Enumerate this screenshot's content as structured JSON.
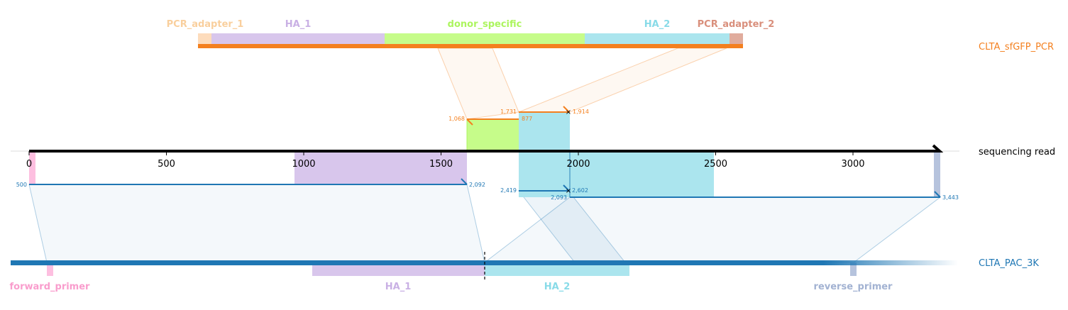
{
  "colors": {
    "pcr": "#f4801f",
    "pac": "#1f77b4",
    "read": "#000000",
    "pcr_adapter_1": "#fddcbc",
    "pcr_adapter_1_label": "#f9cf9d",
    "ha_1": "#d8c6ec",
    "ha_1_label": "#c9b0e4",
    "donor_specific": "#c6fc8a",
    "donor_specific_label": "#acf55e",
    "ha_2": "#abe5ee",
    "ha_2_label": "#88dbe8",
    "pcr_adapter_2": "#e0ac9d",
    "pcr_adapter_2_label": "#d98f7c",
    "forward_primer": "#fdbfe0",
    "forward_primer_label": "#f99dcd",
    "reverse_primer": "#b6c3dd",
    "reverse_primer_label": "#a2b2d2"
  },
  "pcr_amplicon": {
    "name": "CLTA_sfGFP_PCR",
    "features": [
      {
        "key": "pcr_adapter_1",
        "label": "PCR_adapter_1"
      },
      {
        "key": "ha_1",
        "label": "HA_1"
      },
      {
        "key": "donor_specific",
        "label": "donor_specific"
      },
      {
        "key": "ha_2",
        "label": "HA_2"
      },
      {
        "key": "pcr_adapter_2",
        "label": "PCR_adapter_2"
      }
    ]
  },
  "reference": {
    "name": "CLTA_PAC_3K",
    "features": [
      {
        "key": "forward_primer",
        "label": "forward_primer"
      },
      {
        "key": "ha_1",
        "label": "HA_1"
      },
      {
        "key": "ha_2",
        "label": "HA_2"
      },
      {
        "key": "reverse_primer",
        "label": "reverse_primer"
      }
    ]
  },
  "read": {
    "name": "sequencing read",
    "ticks": [
      "0",
      "500",
      "1000",
      "1500",
      "2000",
      "2500",
      "3000"
    ],
    "tick_values": [
      0,
      500,
      1000,
      1500,
      2000,
      2500,
      3000
    ],
    "length": 3443
  },
  "alignments": [
    {
      "target": "pcr",
      "query_start": 1600,
      "query_end": 1791,
      "start_label": "1,068",
      "end_label": "877"
    },
    {
      "target": "pcr",
      "query_start": 1791,
      "query_end": 1974,
      "start_label": "1,731",
      "end_label": "1,914"
    },
    {
      "target": "pac",
      "query_start": 0,
      "query_end": 1600,
      "start_label": "500",
      "end_label": "2,092"
    },
    {
      "target": "pac",
      "query_start": 1791,
      "query_end": 1974,
      "start_label": "2,419",
      "end_label": "2,602"
    },
    {
      "target": "pac",
      "query_start": 1974,
      "query_end": 3443,
      "start_label": "2,093",
      "end_label": "3,443"
    }
  ]
}
